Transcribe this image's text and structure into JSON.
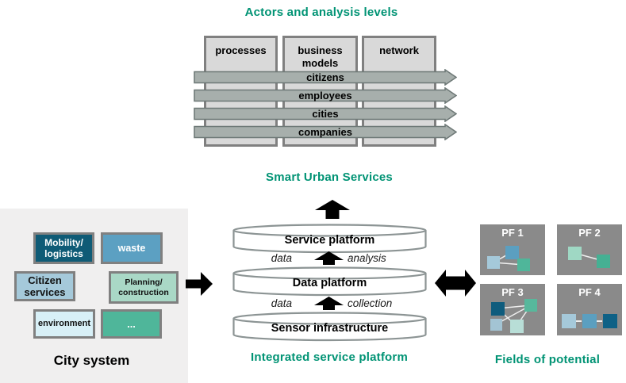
{
  "colors": {
    "teal_heading": "#009374",
    "column_fill": "#d9d9d9",
    "box_border": "#808080",
    "actor_arrow_fill": "#a7afac",
    "actor_arrow_stroke": "#6e7977",
    "city_panel_bg": "#f0efef",
    "cylinder_stroke": "#8c9494",
    "pf_panel_bg": "#8a8a8a",
    "black_arrow": "#000000"
  },
  "icons": {
    "up_arrow": "block-up-arrow",
    "flow_up_arrow": "block-up-arrow-small",
    "right_arrow": "block-right-arrow",
    "double_arrow": "block-left-right-arrow"
  },
  "actors": {
    "title": "Actors and analysis levels",
    "columns": [
      {
        "label": "processes"
      },
      {
        "label": "business models"
      },
      {
        "label": "network"
      }
    ],
    "rows": [
      {
        "label": "citizens"
      },
      {
        "label": "employees"
      },
      {
        "label": "cities"
      },
      {
        "label": "companies"
      }
    ]
  },
  "city_system": {
    "title": "City system",
    "boxes": [
      {
        "label": "Mobility/ logistics",
        "color": "#0f5b76",
        "text_color": "#ffffff"
      },
      {
        "label": "waste",
        "color": "#5ca0c2",
        "text_color": "#ffffff"
      },
      {
        "label": "Citizen services",
        "color": "#a5c9da",
        "text_color": "#111111"
      },
      {
        "label": "Planning/ construction",
        "color": "#a9d8c6",
        "text_color": "#111111"
      },
      {
        "label": "environment",
        "color": "#d8f0f7",
        "text_color": "#111111"
      },
      {
        "label": "...",
        "color": "#4fb69a",
        "text_color": "#ffffff"
      }
    ]
  },
  "platform": {
    "title": "Smart Urban Services",
    "caption": "Integrated service platform",
    "layers": [
      {
        "label": "Service platform"
      },
      {
        "label": "Data platform"
      },
      {
        "label": "Sensor infrastructure"
      }
    ],
    "flows": [
      {
        "left": "data",
        "right": "analysis"
      },
      {
        "left": "data",
        "right": "collection"
      }
    ]
  },
  "fields": {
    "title": "Fields of potential",
    "panels": [
      {
        "label": "PF 1",
        "nodes": [
          "#5b9fc0",
          "#a5c9da",
          "#4fb69a"
        ]
      },
      {
        "label": "PF 2",
        "nodes": [
          "#9fd8c4",
          "#45b093"
        ]
      },
      {
        "label": "PF 3",
        "nodes": [
          "#0f5c7d",
          "#57b89c",
          "#a3c4d4",
          "#b8ded7"
        ]
      },
      {
        "label": "PF 4",
        "nodes": [
          "#a5c9da",
          "#5b9fc0",
          "#0e6186"
        ]
      }
    ]
  }
}
